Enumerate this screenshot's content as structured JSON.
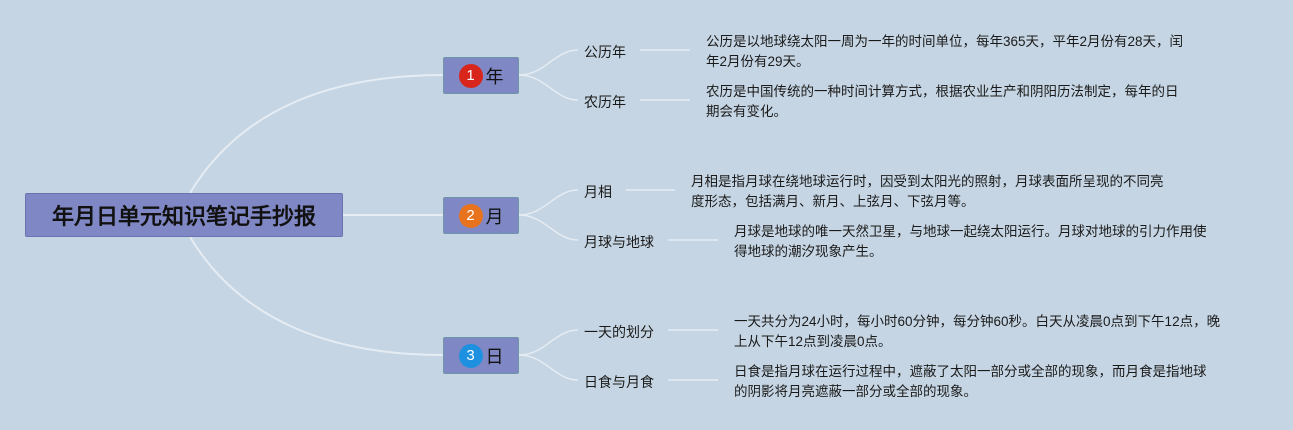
{
  "root": {
    "title": "年月日单元知识笔记手抄报"
  },
  "colors": {
    "background": "#c5d5e3",
    "node_fill": "#7f88c4",
    "badge_1": "#d9261c",
    "badge_2": "#e8731e",
    "badge_3": "#1e90e0",
    "connector": "#e6ecf3"
  },
  "branches": [
    {
      "number": "1",
      "label": "年",
      "topics": [
        {
          "label": "公历年",
          "note": [
            "公历是以地球绕太阳一周为一年的时间单位，每年365天，平年2月份有28天，闰",
            "年2月份有29天。"
          ]
        },
        {
          "label": "农历年",
          "note": [
            "农历是中国传统的一种时间计算方式，根据农业生产和阴阳历法制定，每年的日",
            "期会有变化。"
          ]
        }
      ]
    },
    {
      "number": "2",
      "label": "月",
      "topics": [
        {
          "label": "月相",
          "note": [
            "月相是指月球在绕地球运行时，因受到太阳光的照射，月球表面所呈现的不同亮",
            "度形态，包括满月、新月、上弦月、下弦月等。"
          ]
        },
        {
          "label": "月球与地球",
          "note": [
            "月球是地球的唯一天然卫星，与地球一起绕太阳运行。月球对地球的引力作用使",
            "得地球的潮汐现象产生。"
          ]
        }
      ]
    },
    {
      "number": "3",
      "label": "日",
      "topics": [
        {
          "label": "一天的划分",
          "note": [
            "一天共分为24小时，每小时60分钟，每分钟60秒。白天从凌晨0点到下午12点，晚",
            "上从下午12点到凌晨0点。"
          ]
        },
        {
          "label": "日食与月食",
          "note": [
            "日食是指月球在运行过程中，遮蔽了太阳一部分或全部的现象，而月食是指地球",
            "的阴影将月亮遮蔽一部分或全部的现象。"
          ]
        }
      ]
    }
  ]
}
